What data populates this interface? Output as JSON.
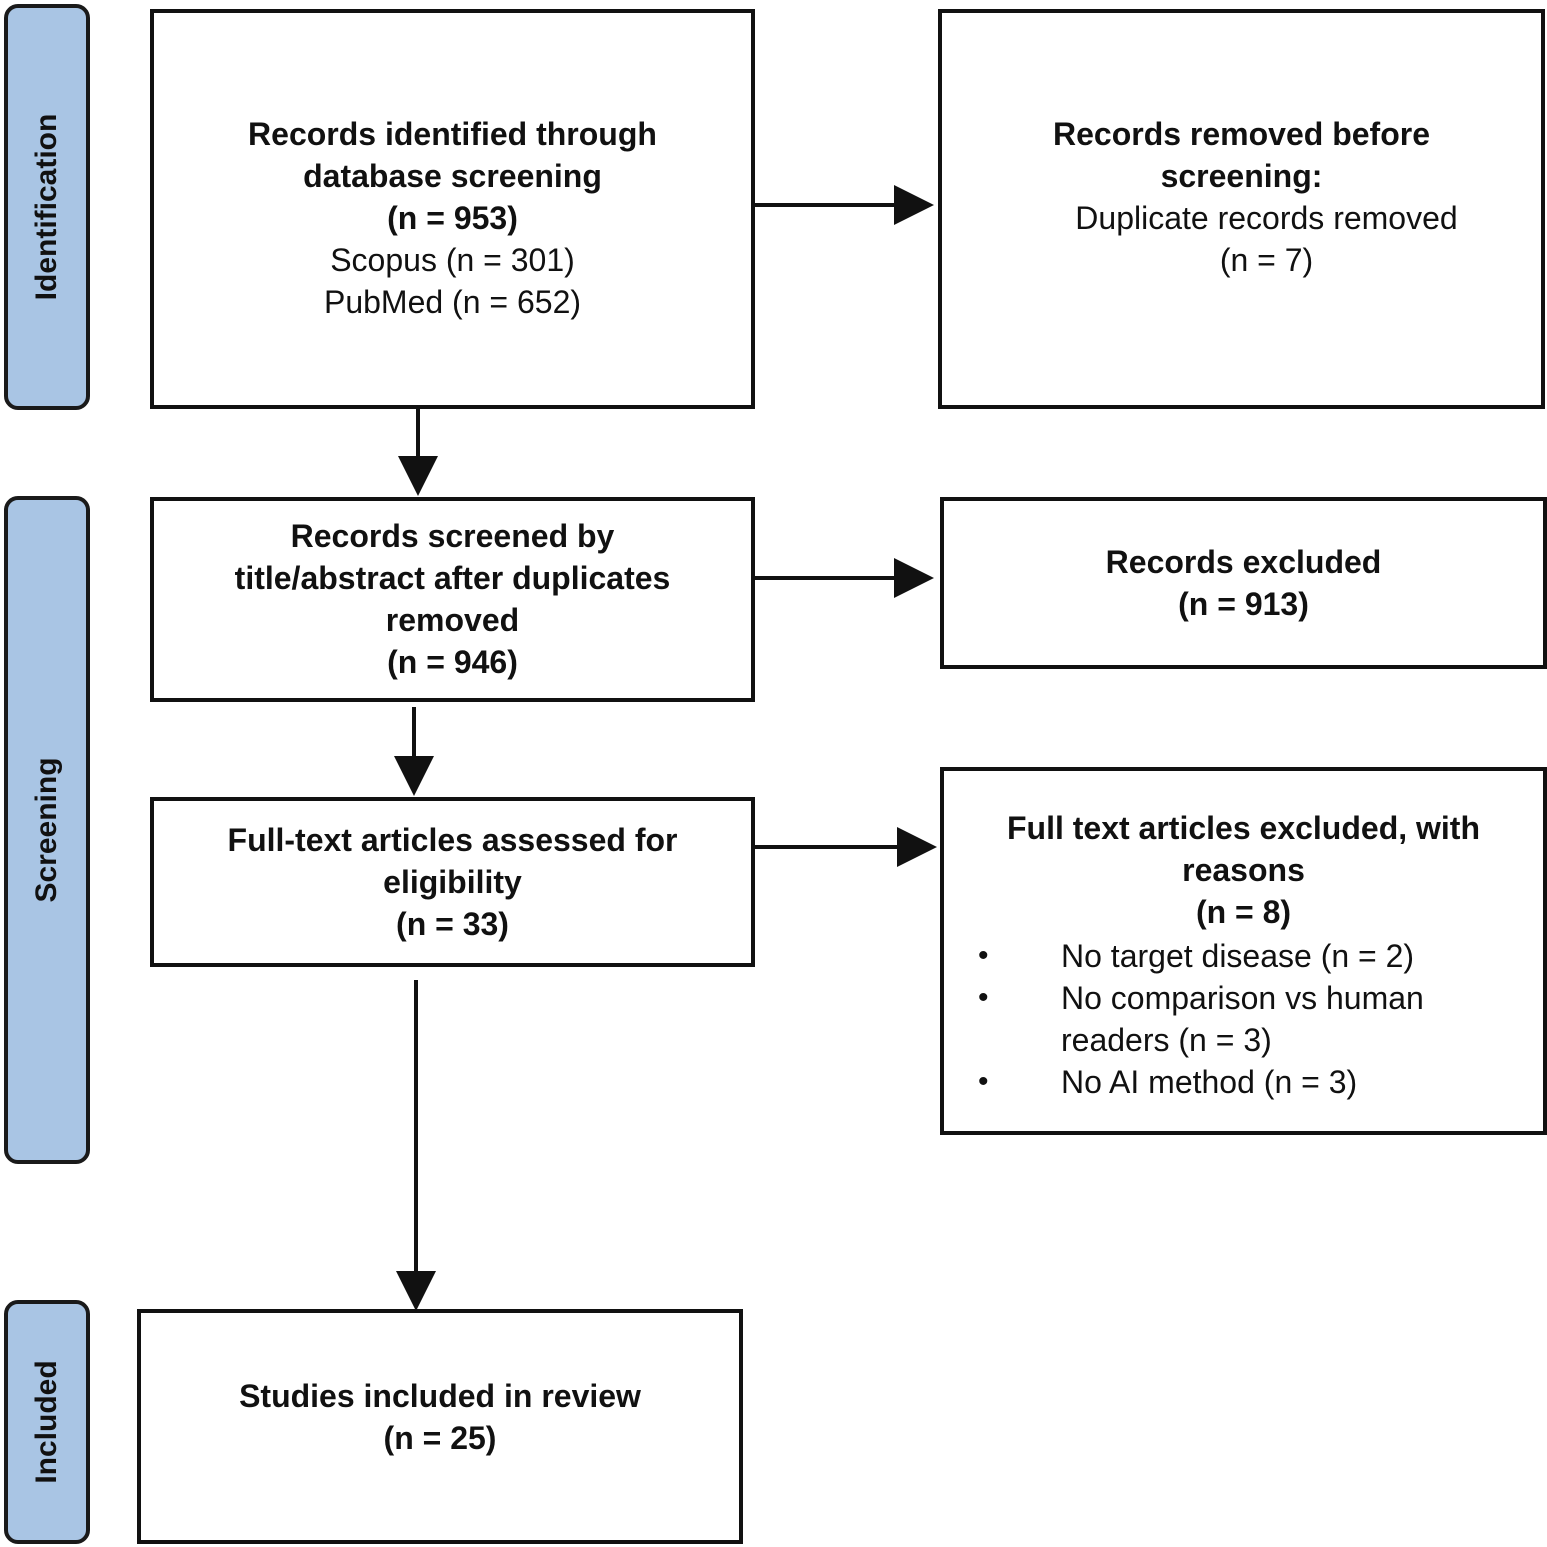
{
  "phases": {
    "identification": "Identification",
    "screening": "Screening",
    "included": "Included"
  },
  "identified": {
    "line1": "Records identified through",
    "line2": "database screening",
    "count": "(n = 953)",
    "source1": "Scopus (n = 301)",
    "source2": "PubMed (n = 652)"
  },
  "removed_before": {
    "line1": "Records removed before",
    "line2": "screening:",
    "detail": "Duplicate records removed",
    "count": "(n = 7)"
  },
  "screened": {
    "line1": "Records screened by",
    "line2": "title/abstract  after duplicates",
    "line3": "removed",
    "count": "(n = 946)"
  },
  "excluded": {
    "line1": "Records excluded",
    "count": "(n = 913)"
  },
  "fulltext": {
    "line1": "Full-text articles assessed for",
    "line2": "eligibility",
    "count": "(n = 33)"
  },
  "fulltext_excluded": {
    "line1": "Full text articles excluded, with",
    "line2": "reasons",
    "count": "(n = 8)",
    "reasons": [
      "No target disease (n = 2)",
      "No comparison vs human readers (n = 3)",
      "No AI method (n = 3)"
    ]
  },
  "included": {
    "line1": "Studies included in review",
    "count": "(n = 25)"
  }
}
